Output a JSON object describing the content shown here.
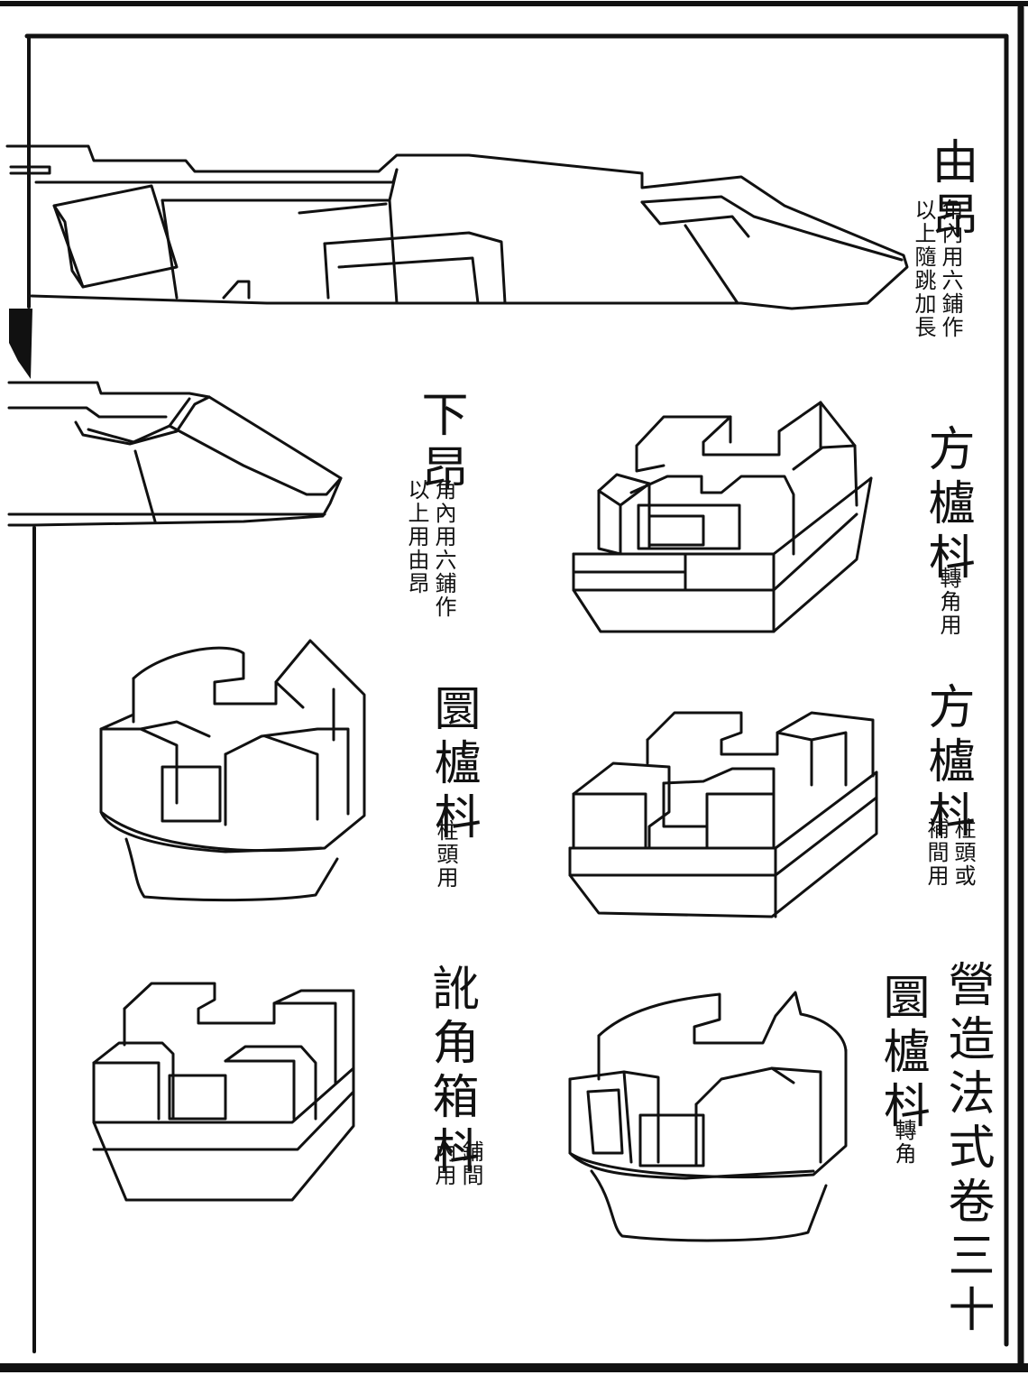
{
  "page": {
    "volume_title": "營造法式卷三十",
    "volume_subtitle": "圜櫨枓 ",
    "volume_subtitle_note": "轉角"
  },
  "labels": {
    "ang": {
      "title": "由昂",
      "notes": [
        "角內用六鋪作",
        "以上隨跳加長"
      ]
    },
    "xia_ang": {
      "title": "下昂",
      "notes": [
        "角內用六鋪作",
        "以上用由昂"
      ]
    },
    "fang_lu_dou_corner": {
      "title": "方櫨枓",
      "notes": [
        "轉角用"
      ]
    },
    "yuan_lu_dou_column": {
      "title": "圜櫨枓",
      "notes": [
        "柱頭用"
      ]
    },
    "fang_lu_dou_column": {
      "title": "方櫨枓",
      "notes": [
        "柱頭或",
        "補間用"
      ]
    },
    "qiang_jiao_box_dou": {
      "title": "訛角箱枓",
      "notes": [
        "鋪間",
        "內用"
      ]
    }
  },
  "colors": {
    "ink": "#111111",
    "paper": "#ffffff"
  }
}
